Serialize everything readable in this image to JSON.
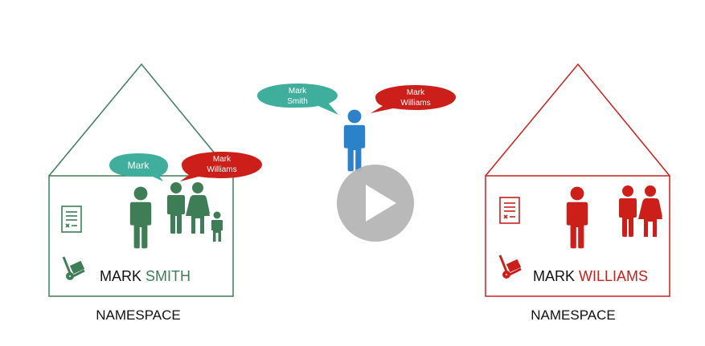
{
  "colors": {
    "green": "#3e7d56",
    "teal": "#3fae9c",
    "red": "#cc1f1a",
    "blue": "#2c82c9",
    "play_button": "#b3b3b3"
  },
  "center_person": {
    "bubble_left": {
      "line1": "Mark",
      "line2": "Smith"
    },
    "bubble_right": {
      "line1": "Mark",
      "line2": "Williams"
    }
  },
  "left_house": {
    "bubble_left": {
      "text": "Mark"
    },
    "bubble_right": {
      "line1": "Mark",
      "line2": "Williams"
    },
    "first_name": "MARK",
    "family_name": "SMITH",
    "label": "NAMESPACE",
    "icons": [
      "document-icon",
      "hand-truck-icon"
    ]
  },
  "right_house": {
    "first_name": "MARK",
    "family_name": "WILLIAMS",
    "label": "NAMESPACE",
    "icons": [
      "document-icon",
      "hand-truck-icon"
    ]
  },
  "play_button": {
    "icon": "play-icon"
  }
}
